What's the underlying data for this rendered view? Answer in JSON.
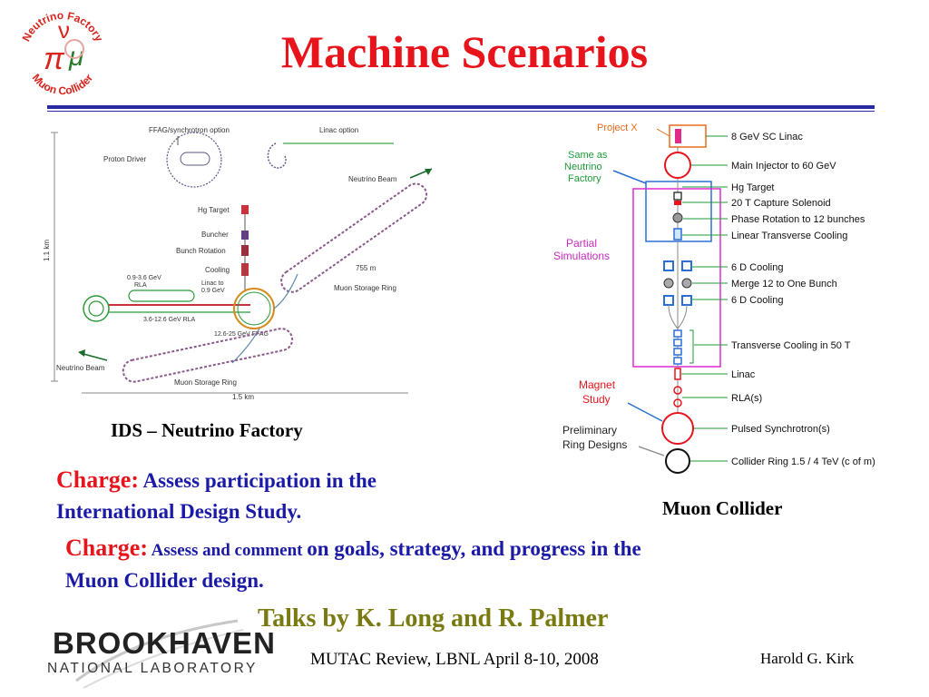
{
  "slide_title": "Machine Scenarios",
  "logo": {
    "top_text": "Neutrino Factory",
    "bottom_text": "Muon Collider",
    "greek": "π",
    "nu": "ν",
    "mu": "μ"
  },
  "nf_diagram": {
    "ffag_option": "FFAG/synchrotron option",
    "linac_option": "Linac option",
    "proton_driver": "Proton Driver",
    "neutrino_beam_top": "Neutrino Beam",
    "hg_target": "Hg Target",
    "buncher": "Buncher",
    "bunch_rotation": "Bunch Rotation",
    "cooling": "Cooling",
    "rla_low": "0.9-3.6 GeV",
    "rla_low_2": "RLA",
    "linac_to": "Linac to",
    "linac_to_2": "0.9 GeV",
    "length_755": "755 m",
    "storage_ring_right": "Muon Storage Ring",
    "rla_high": "3.6-12.6 GeV RLA",
    "ffag": "12.6-25 GeV FFAG",
    "neutrino_beam_left": "Neutrino Beam",
    "storage_ring_bottom": "Muon Storage Ring",
    "width_scale": "1.5 km",
    "height_scale": "1.1 km"
  },
  "nf_caption": "IDS – Neutrino Factory",
  "mc_diagram": {
    "project_x": "Project X",
    "same_as_1": "Same  as",
    "same_as_2": "Neutrino",
    "same_as_3": "Factory",
    "partial_1": "Partial",
    "partial_2": "Simulations",
    "magnet_1": "Magnet",
    "magnet_2": "Study",
    "prelim_1": "Preliminary",
    "prelim_2": "Ring Designs",
    "labels": [
      "8 GeV SC Linac",
      "Main Injector to 60 GeV",
      "Hg Target",
      "20 T Capture Solenoid",
      "Phase Rotation to 12 bunches",
      "Linear Transverse Cooling",
      "6 D Cooling",
      "Merge 12 to One Bunch",
      "6 D Cooling",
      "Transverse Cooling in 50 T",
      "Linac",
      "RLA(s)",
      "Pulsed Synchrotron(s)",
      "Collider Ring  1.5 / 4 TeV  (c of m)"
    ]
  },
  "mc_caption": "Muon Collider",
  "charge1": {
    "label": "Charge:",
    "text_line1": " Assess participation in the",
    "text_line2": "International Design Study."
  },
  "charge2": {
    "label": "Charge:",
    "text_small": " Assess and comment ",
    "text_rest": " on goals, strategy, and progress in the",
    "text_line2": "Muon Collider design."
  },
  "talks": "Talks by K. Long and R. Palmer",
  "bnl_logo": {
    "line1": "BROOKHAVEN",
    "line2": "NATIONAL LABORATORY"
  },
  "footer_center": "MUTAC Review, LBNL April 8-10, 2008",
  "footer_right": "Harold G. Kirk",
  "colors": {
    "title_red": "#e8141c",
    "text_blue": "#1a1aa6",
    "talks_olive": "#7a7a12",
    "rule_blue": "#2a2aa0",
    "mc_green": "#1f9a3a",
    "mc_blue": "#2a6fd6",
    "mc_magenta": "#e02bd0"
  }
}
